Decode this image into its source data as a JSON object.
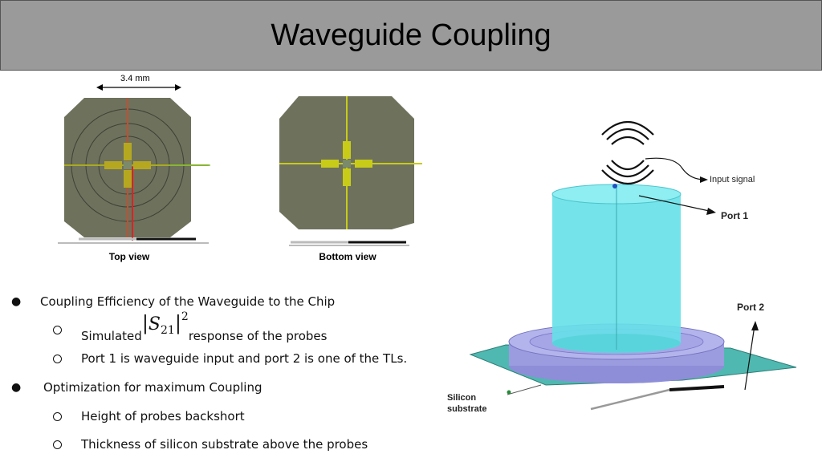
{
  "title": "Waveguide Coupling",
  "left_figures": {
    "dimension_label": "3.4 mm",
    "top_view_caption": "Top view",
    "bottom_view_caption": "Bottom view"
  },
  "bullets": {
    "item1": "Coupling Efficiency of the Waveguide to the Chip",
    "item1_sub1_prefix": "Simulated",
    "item1_sub1_math_symbol": "S",
    "item1_sub1_math_sub": "21",
    "item1_sub1_math_sup": "2",
    "item1_sub1_suffix": "response of the probes",
    "item1_sub2": "Port 1 is waveguide input and port 2 is one of the TLs.",
    "item2": "Optimization for maximum Coupling",
    "item2_sub1": "Height of probes backshort",
    "item2_sub2": "Thickness of silicon substrate above the probes"
  },
  "diagram": {
    "input_signal": "Input signal",
    "port1": "Port 1",
    "port2": "Port 2",
    "silicon_line1": "Silicon",
    "silicon_line2": "substrate"
  },
  "colors": {
    "title_bg": "#9a9a9a",
    "chip": "#6e715c",
    "probe": "#c8cc18",
    "cylinder": "#66e0e8",
    "base": "#9b9be0",
    "substrate": "#4fb8b0"
  }
}
